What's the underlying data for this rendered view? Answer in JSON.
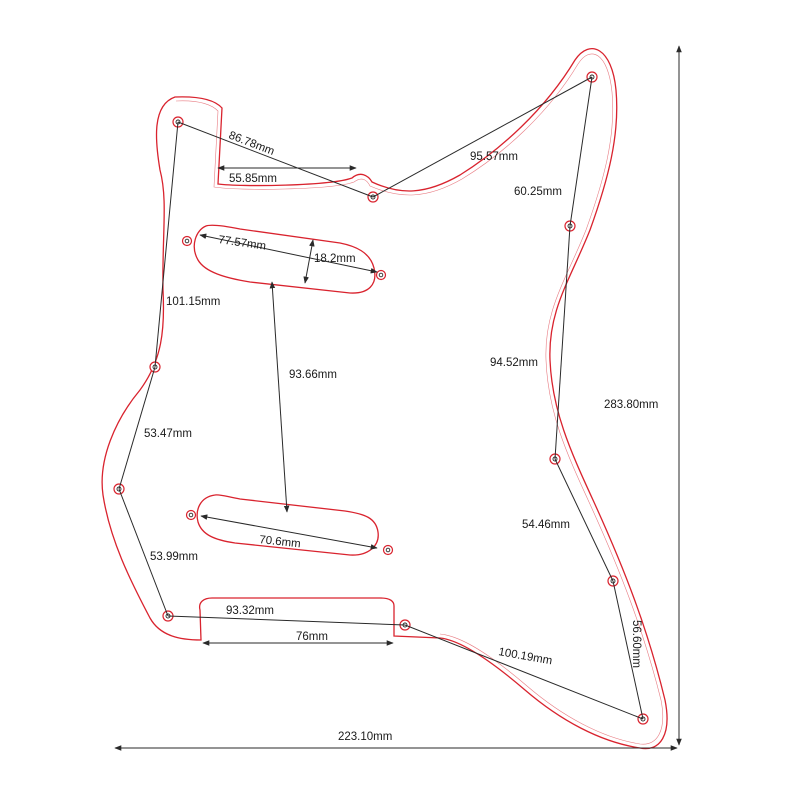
{
  "diagram": {
    "type": "pickguard-dimension-drawing",
    "colors": {
      "outline": "#d9232e",
      "lines": "#2a2a2a",
      "background": "#ffffff"
    },
    "dimensions": {
      "top_left_diag": "86.78mm",
      "neck_pocket_width": "55.85mm",
      "top_right_diag": "95.57mm",
      "right_upper": "60.25mm",
      "right_middle": "94.52mm",
      "right_lower": "54.46mm",
      "bottom_right": "56.60mm",
      "bottom_diag": "100.19mm",
      "bottom_width": "93.32mm",
      "bottom_cutout": "76mm",
      "left_upper": "101.15mm",
      "left_middle": "53.47mm",
      "left_lower": "53.99mm",
      "neck_pickup_length": "77.57mm",
      "pickup_height": "18.2mm",
      "pickup_spacing": "93.66mm",
      "bridge_pickup_length": "70.6mm",
      "overall_height": "283.80mm",
      "overall_width": "223.10mm"
    }
  }
}
